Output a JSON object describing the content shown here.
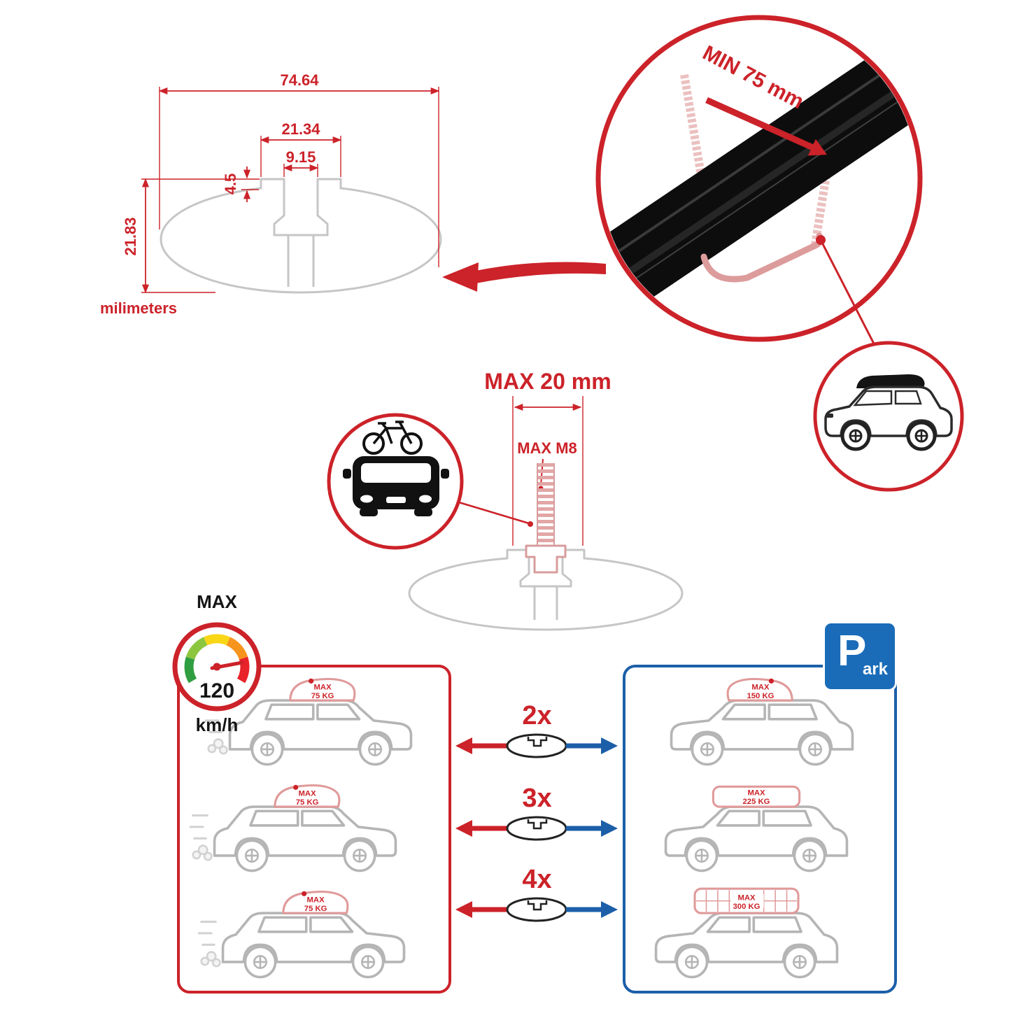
{
  "colors": {
    "accent_red": "#cc2229",
    "accent_blue": "#1c5fa8",
    "profile_gray": "#c6c6c6"
  },
  "icons": [
    "speedometer-icon",
    "park-sign-icon",
    "bike-on-car-icon",
    "suv-roofbox-icon",
    "crossbar-profile-icon",
    "u-bolt-icon"
  ],
  "dimensions": {
    "total_width": "74.64",
    "step_width": "21.34",
    "slot_width": "9.15",
    "step_height": "4.5",
    "total_height": "21.83",
    "unit": "milimeters"
  },
  "clamp": {
    "min_grip": "MIN 75 mm"
  },
  "bolt": {
    "max_protrusion": "MAX 20 mm",
    "max_thread": "MAX M8"
  },
  "speed": {
    "label": "MAX",
    "value": "120",
    "unit": "km/h"
  },
  "park": {
    "letter": "P",
    "rest": "ark"
  },
  "multipliers": [
    "2x",
    "3x",
    "4x"
  ],
  "driving": {
    "cars": [
      {
        "max": "MAX",
        "weight": "75 KG"
      },
      {
        "max": "MAX",
        "weight": "75 KG"
      },
      {
        "max": "MAX",
        "weight": "75 KG"
      }
    ]
  },
  "parked": {
    "cars": [
      {
        "max": "MAX",
        "weight": "150 KG"
      },
      {
        "max": "MAX",
        "weight": "225 KG"
      },
      {
        "max": "MAX",
        "weight": "300 KG"
      }
    ]
  }
}
